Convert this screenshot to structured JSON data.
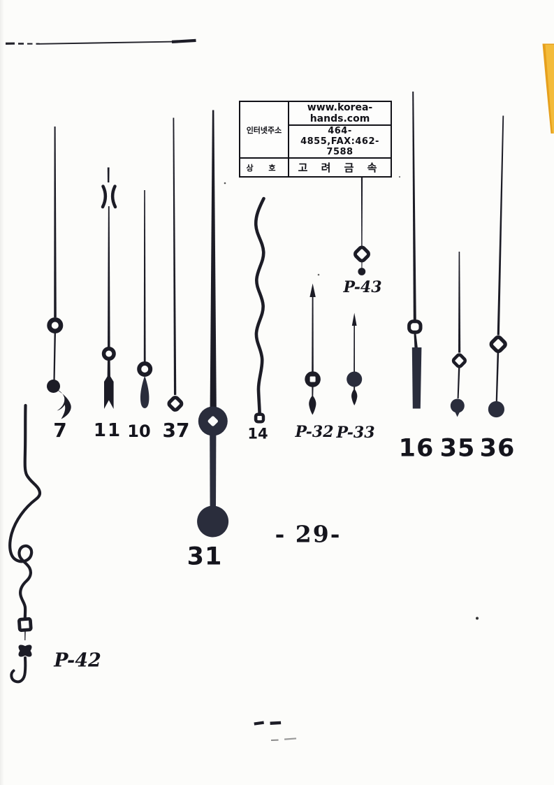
{
  "info_box": {
    "address_label": "인터넷주소",
    "website": "www.korea-hands.com",
    "phone_fax": "464-4855,FAX:462-7588",
    "company_label": "상 호",
    "company_name": "고 려 금 속"
  },
  "page_number": "- 29-",
  "hands": [
    {
      "id": "hand-7",
      "label": "7"
    },
    {
      "id": "hand-11",
      "label": "11"
    },
    {
      "id": "hand-10",
      "label": "10"
    },
    {
      "id": "hand-37",
      "label": "37"
    },
    {
      "id": "hand-31",
      "label": "31"
    },
    {
      "id": "hand-14",
      "label": "14"
    },
    {
      "id": "hand-p32",
      "label": "P-32"
    },
    {
      "id": "hand-p33",
      "label": "P-33"
    },
    {
      "id": "hand-p43",
      "label": "P-43"
    },
    {
      "id": "hand-16",
      "label": "16"
    },
    {
      "id": "hand-35",
      "label": "35"
    },
    {
      "id": "hand-36",
      "label": "36"
    },
    {
      "id": "hand-p42",
      "label": "P-42"
    }
  ],
  "colors": {
    "ink": "#1c1c26",
    "slate": "#2a2d3c",
    "paper": "#fcfcfa",
    "wedge_orange": "#e6a01d",
    "wedge_yellow": "#f3bb3a"
  }
}
